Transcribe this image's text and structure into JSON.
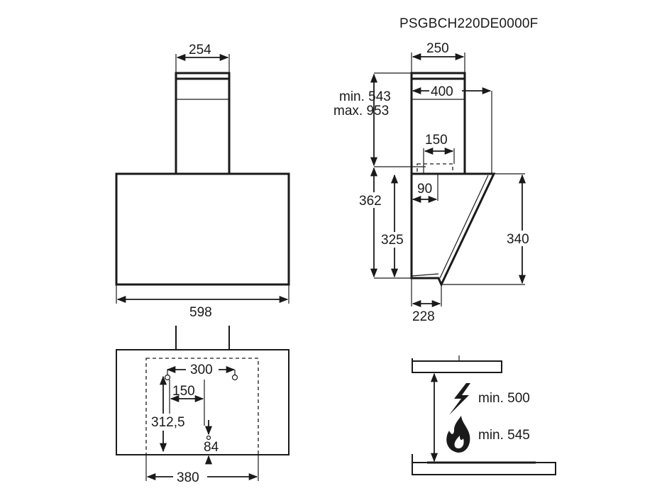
{
  "model_code": "PSGBCH220DE0000F",
  "front_view": {
    "chimney_width": "254",
    "hood_width": "598"
  },
  "side_view": {
    "chimney_depth": "250",
    "total_depth": "400",
    "chimney_height_min": "min. 543",
    "chimney_height_max": "max. 953",
    "outlet_offset": "150",
    "outlet_gap": "90",
    "hood_height_outer": "362",
    "hood_height_inner": "325",
    "hood_height_front": "340",
    "bottom_depth": "228"
  },
  "mounting_view": {
    "hole_spacing": "300",
    "left_offset": "150",
    "vertical_distance": "312,5",
    "lower_offset": "84",
    "frame_width": "380"
  },
  "clearance_view": {
    "electric_label": "min. 500",
    "gas_label": "min. 545",
    "electric_icon": "lightning-icon",
    "gas_icon": "flame-icon"
  }
}
